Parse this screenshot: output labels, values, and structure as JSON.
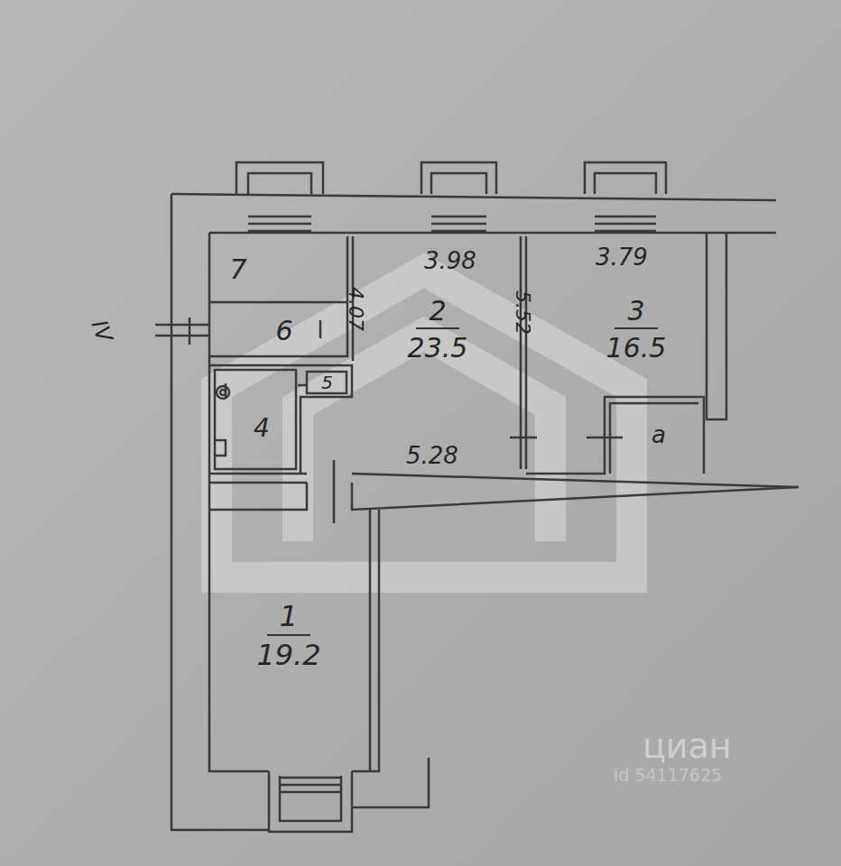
{
  "diagram": {
    "nodes": [
      {
        "text": [
          "7"
        ]
      },
      {
        "text": [
          "6"
        ]
      },
      {
        "text": [
          "5"
        ]
      },
      {
        "text": [
          "4"
        ]
      },
      {
        "text": [
          "2",
          "23.5"
        ]
      },
      {
        "text": [
          "3",
          "16.5"
        ]
      },
      {
        "text": [
          "а"
        ]
      },
      {
        "text": [
          "1",
          "19.2"
        ]
      }
    ],
    "labels": [
      "3.98",
      "4.07",
      "3.79",
      "5.52",
      "5.28",
      "IV",
      "циан",
      "id 54117625"
    ]
  }
}
